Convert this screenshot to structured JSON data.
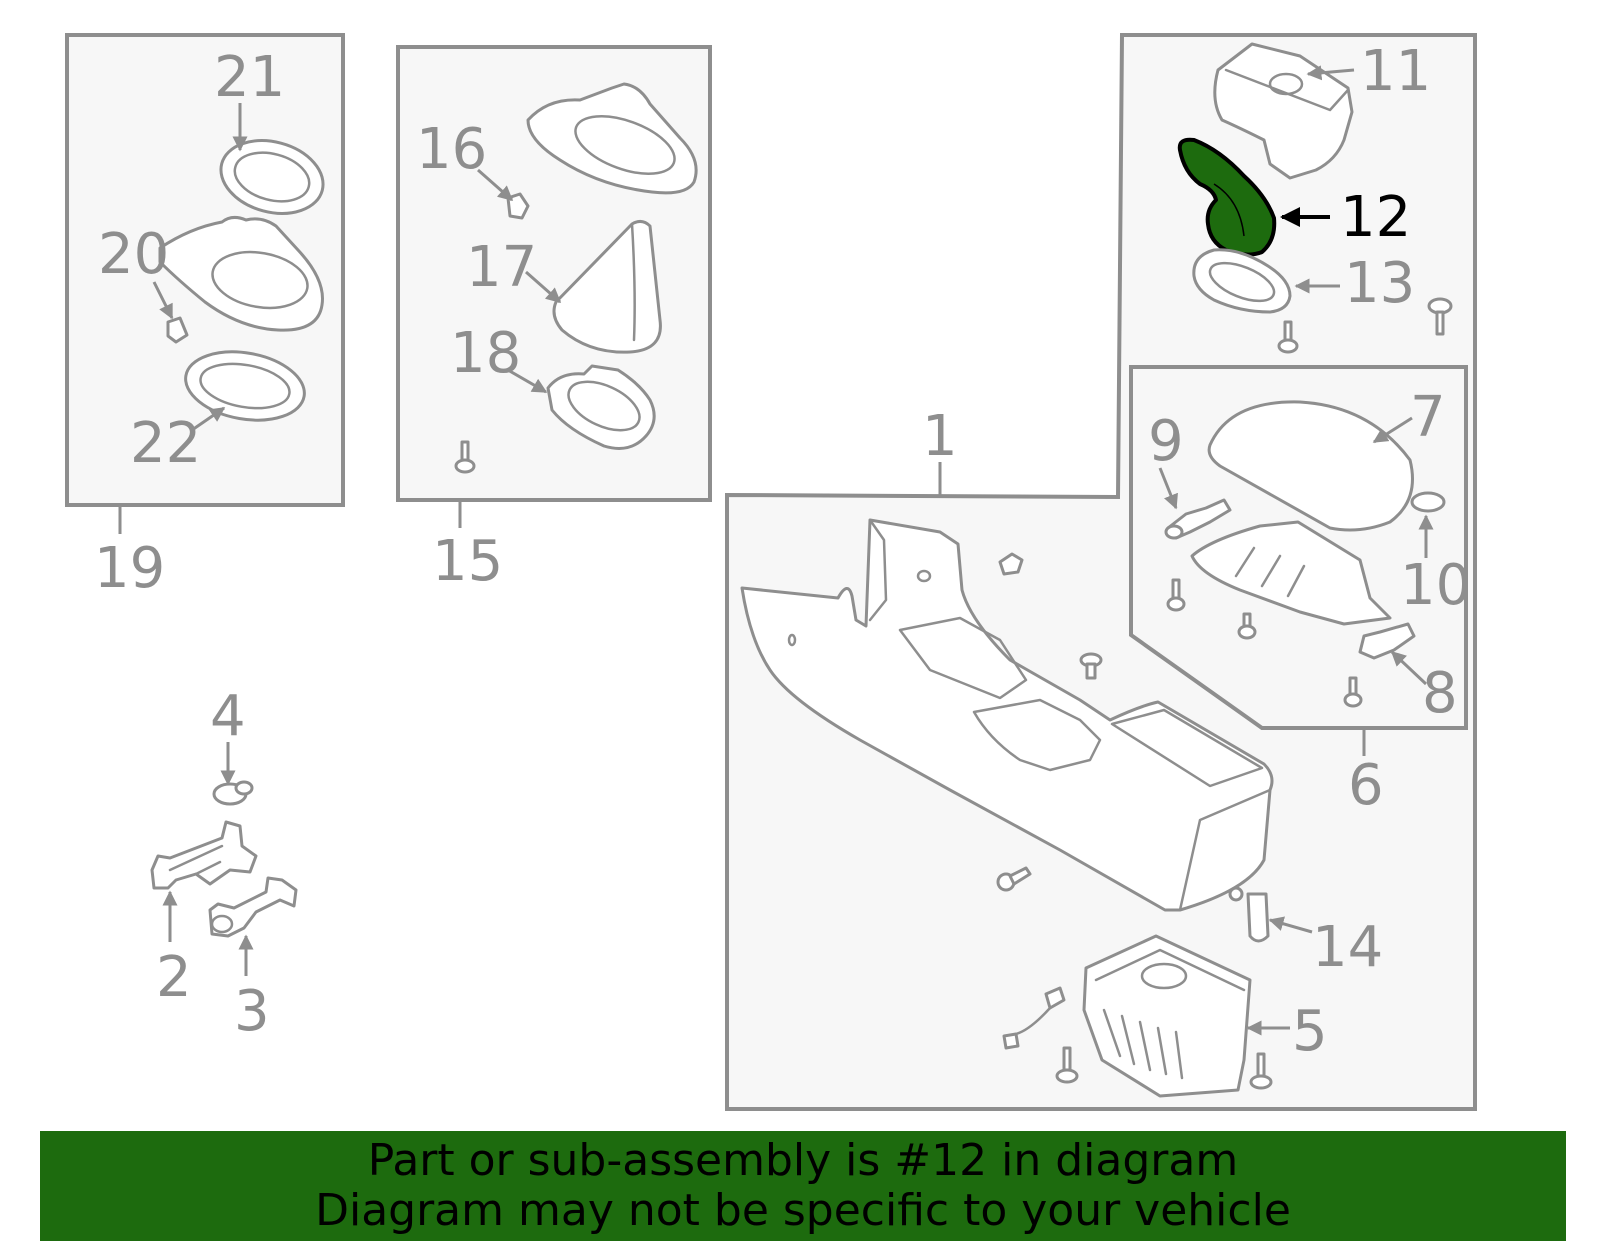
{
  "diagram": {
    "labels": {
      "l1": "1",
      "l2": "2",
      "l3": "3",
      "l4": "4",
      "l5": "5",
      "l6": "6",
      "l7": "7",
      "l8": "8",
      "l9": "9",
      "l10": "10",
      "l11": "11",
      "l12": "12",
      "l13": "13",
      "l14": "14",
      "l15": "15",
      "l16": "16",
      "l17": "17",
      "l18": "18",
      "l19": "19",
      "l20": "20",
      "l21": "21",
      "l22": "22"
    },
    "highlighted_part": "12",
    "colors": {
      "highlight": "#1d6b0e",
      "line": "#8e8e8e",
      "panel": "#f7f7f7"
    }
  },
  "banner": {
    "line1": "Part or sub-assembly is #12 in diagram",
    "line2": "Diagram may not be specific to your vehicle"
  }
}
